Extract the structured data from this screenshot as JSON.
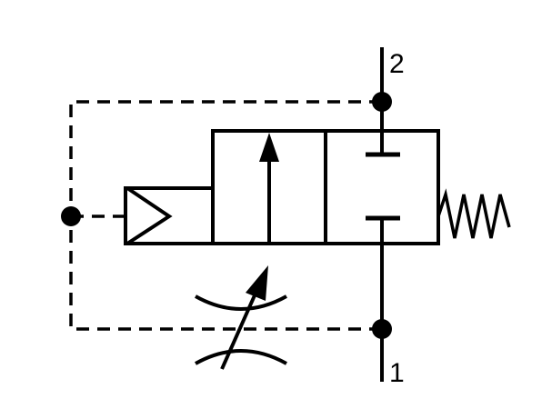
{
  "diagram": {
    "colors": {
      "stroke": "#000000",
      "background": "#ffffff"
    },
    "ports": [
      {
        "id": "port-2",
        "label": "2"
      },
      {
        "id": "port-1",
        "label": "1"
      }
    ],
    "components": [
      "valve-body",
      "pilot-actuator",
      "return-spring",
      "adjustable-throttle",
      "pilot-lines",
      "junction-dots"
    ]
  }
}
